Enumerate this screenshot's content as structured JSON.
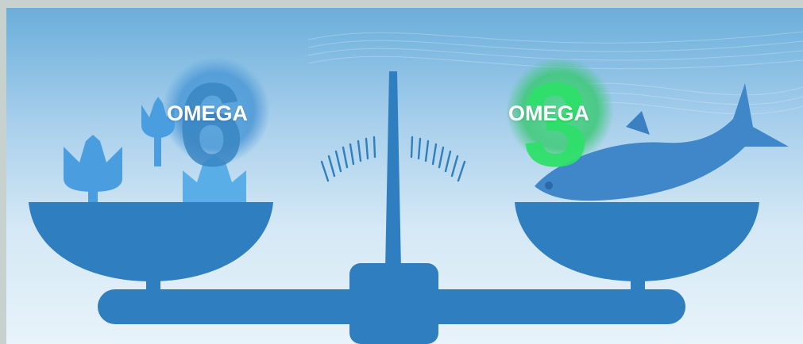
{
  "left_badge": {
    "label": "OMEGA",
    "number": "6",
    "color": "#3b8ccb"
  },
  "right_badge": {
    "label": "OMEGA",
    "number": "3",
    "color": "#2fe06a"
  },
  "colors": {
    "scale": "#2f7fc0",
    "plant": "#4a9ee0",
    "fish": "#3f87c8"
  }
}
